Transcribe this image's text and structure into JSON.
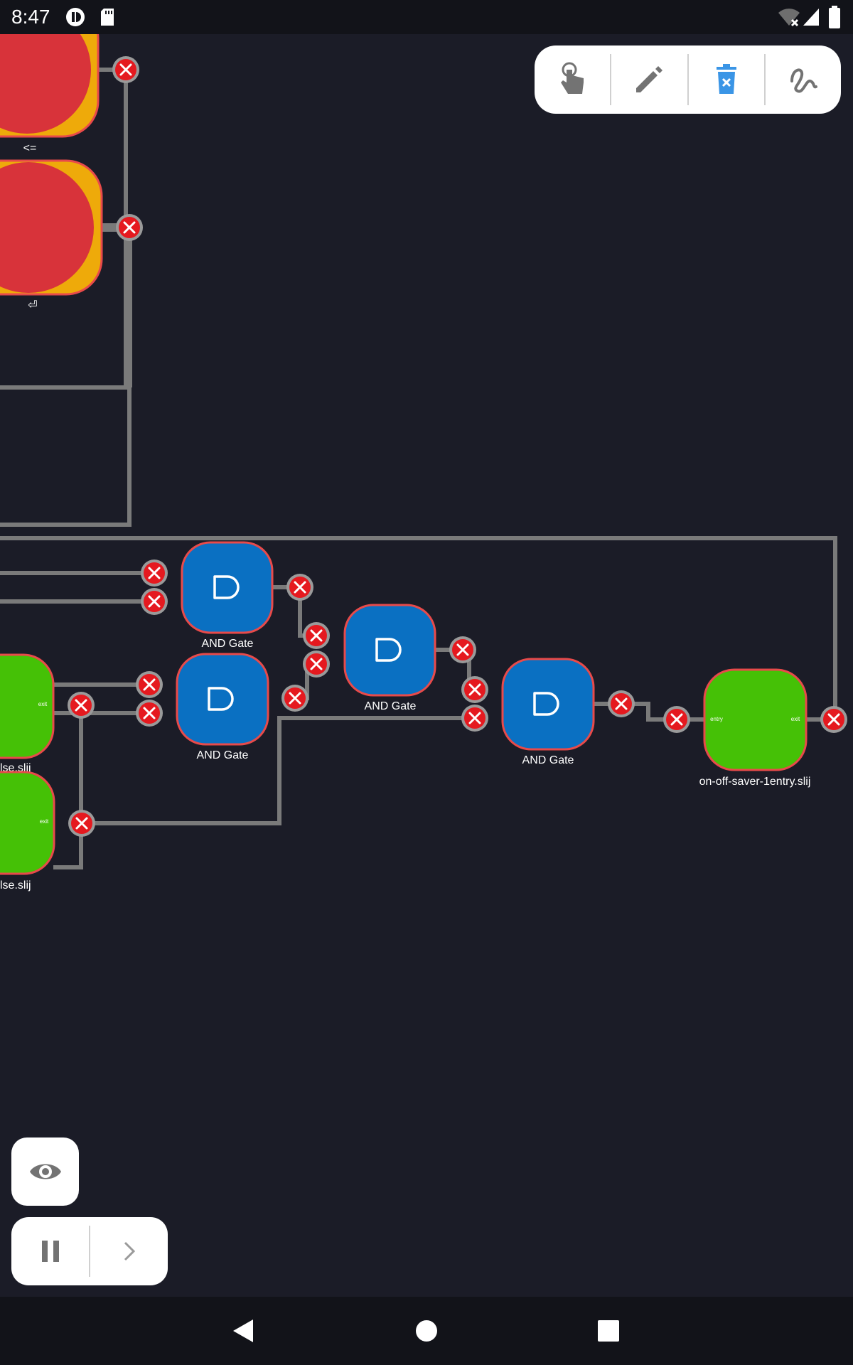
{
  "status_bar": {
    "time": "8:47",
    "icons": [
      "app-badge-icon",
      "sd-card-icon",
      "wifi-off-icon",
      "signal-icon",
      "battery-icon"
    ]
  },
  "canvas": {
    "nodes": [
      {
        "id": "cmp-le",
        "kind": "comparator",
        "label": "<="
      },
      {
        "id": "cmp-ret",
        "kind": "comparator",
        "label": "⏎"
      },
      {
        "id": "and1",
        "kind": "and-gate",
        "label": "AND Gate"
      },
      {
        "id": "and2",
        "kind": "and-gate",
        "label": "AND Gate"
      },
      {
        "id": "and3",
        "kind": "and-gate",
        "label": "AND Gate"
      },
      {
        "id": "and4",
        "kind": "and-gate",
        "label": "AND Gate"
      },
      {
        "id": "module-a",
        "kind": "module",
        "label": "lse.slij",
        "ports": {
          "exit": "exit"
        }
      },
      {
        "id": "module-b",
        "kind": "module",
        "label": "lse.slij",
        "ports": {
          "exit": "exit"
        }
      },
      {
        "id": "module-c",
        "kind": "module",
        "label": "on-off-saver-1entry.slij",
        "ports": {
          "entry": "entry",
          "exit": "exit"
        }
      }
    ]
  },
  "toolbar": {
    "tools": [
      {
        "id": "select",
        "icon": "touch-icon",
        "color": "#737373"
      },
      {
        "id": "edit",
        "icon": "pencil-icon",
        "color": "#737373"
      },
      {
        "id": "delete",
        "icon": "trash-icon",
        "color": "#3a95e6"
      },
      {
        "id": "wire",
        "icon": "wire-icon",
        "color": "#737373"
      }
    ]
  },
  "controls": {
    "view_icon": "eye-icon",
    "pause_icon": "pause-icon",
    "step_icon": "chevron-right-icon"
  },
  "nav_bar": {
    "icons": [
      "back-icon",
      "home-icon",
      "recents-icon"
    ]
  },
  "colors": {
    "background": "#1b1c27",
    "wire": "#7a7a7a",
    "gate": "#0a70c2",
    "module": "#45c106",
    "comparator_outer": "#eeaa0a",
    "comparator_inner": "#d8333a",
    "node_border": "#e84a4a",
    "port_unconnected": "#e5191f"
  }
}
